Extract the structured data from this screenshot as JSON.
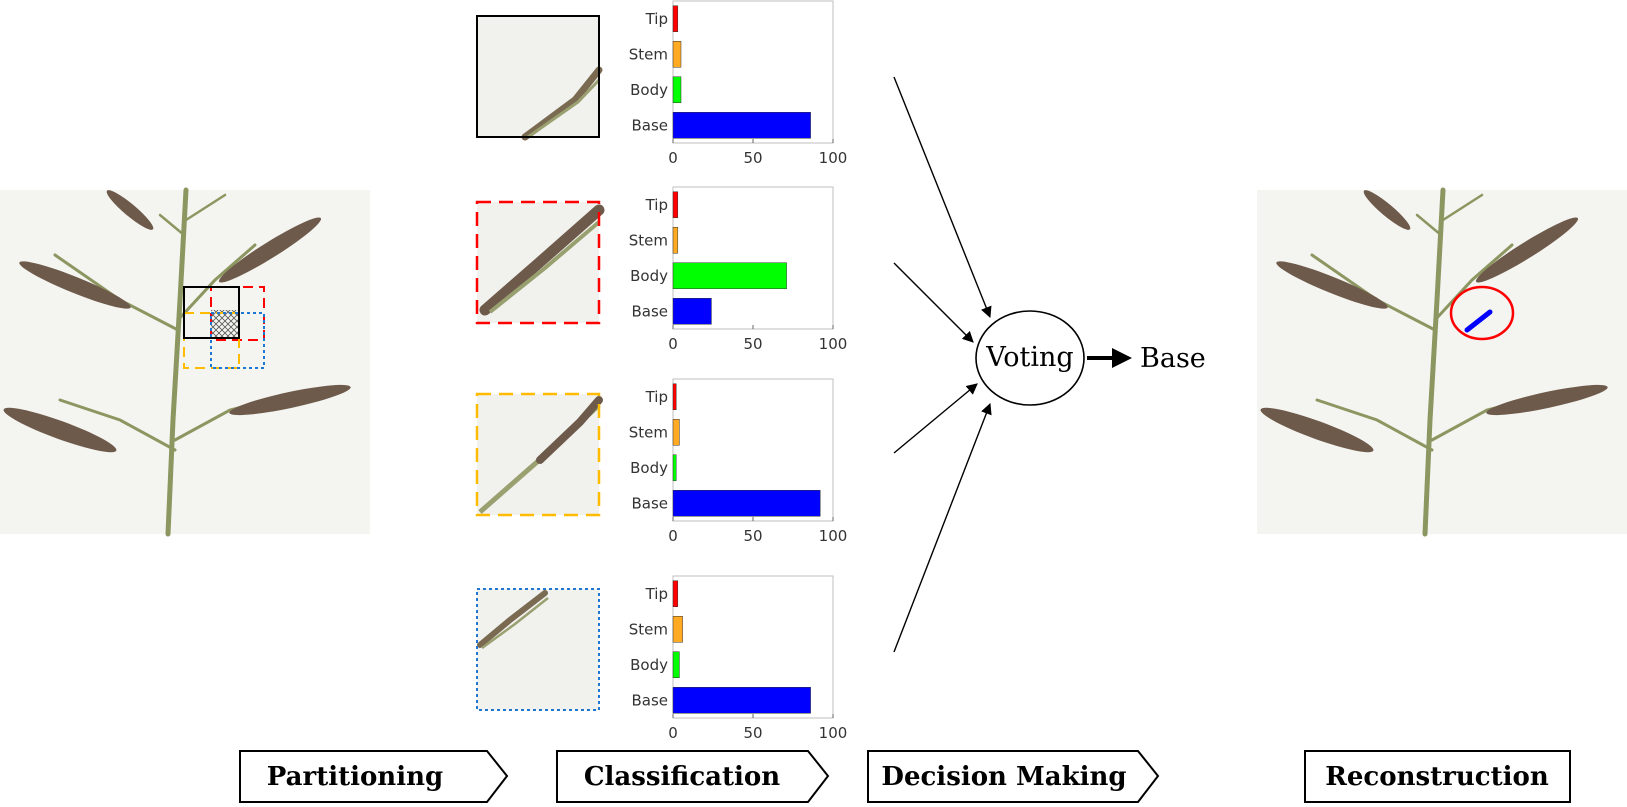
{
  "colors": {
    "Tip": "#ff0000",
    "Stem": "#ffaa22",
    "Body": "#00ff00",
    "Base": "#0000ff"
  },
  "chart_data": [
    {
      "type": "bar",
      "orientation": "horizontal",
      "categories": [
        "Tip",
        "Stem",
        "Body",
        "Base"
      ],
      "values": [
        3,
        5,
        5,
        86
      ],
      "xlim": [
        0,
        100
      ],
      "xticks": [
        0,
        50,
        100
      ],
      "patch_border": "solid",
      "patch_border_color": "#000000"
    },
    {
      "type": "bar",
      "orientation": "horizontal",
      "categories": [
        "Tip",
        "Stem",
        "Body",
        "Base"
      ],
      "values": [
        3,
        3,
        71,
        24
      ],
      "xlim": [
        0,
        100
      ],
      "xticks": [
        0,
        50,
        100
      ],
      "patch_border": "dashed",
      "patch_border_color": "#ff0000"
    },
    {
      "type": "bar",
      "orientation": "horizontal",
      "categories": [
        "Tip",
        "Stem",
        "Body",
        "Base"
      ],
      "values": [
        2,
        4,
        2,
        92
      ],
      "xlim": [
        0,
        100
      ],
      "xticks": [
        0,
        50,
        100
      ],
      "patch_border": "dashed",
      "patch_border_color": "#ffbb00"
    },
    {
      "type": "bar",
      "orientation": "horizontal",
      "categories": [
        "Tip",
        "Stem",
        "Body",
        "Base"
      ],
      "values": [
        3,
        6,
        4,
        86
      ],
      "xlim": [
        0,
        100
      ],
      "xticks": [
        0,
        50,
        100
      ],
      "patch_border": "dotted",
      "patch_border_color": "#1f77d4"
    }
  ],
  "voting": {
    "label": "Voting",
    "result": "Base"
  },
  "stages": [
    "Partitioning",
    "Classification",
    "Decision Making",
    "Reconstruction"
  ]
}
